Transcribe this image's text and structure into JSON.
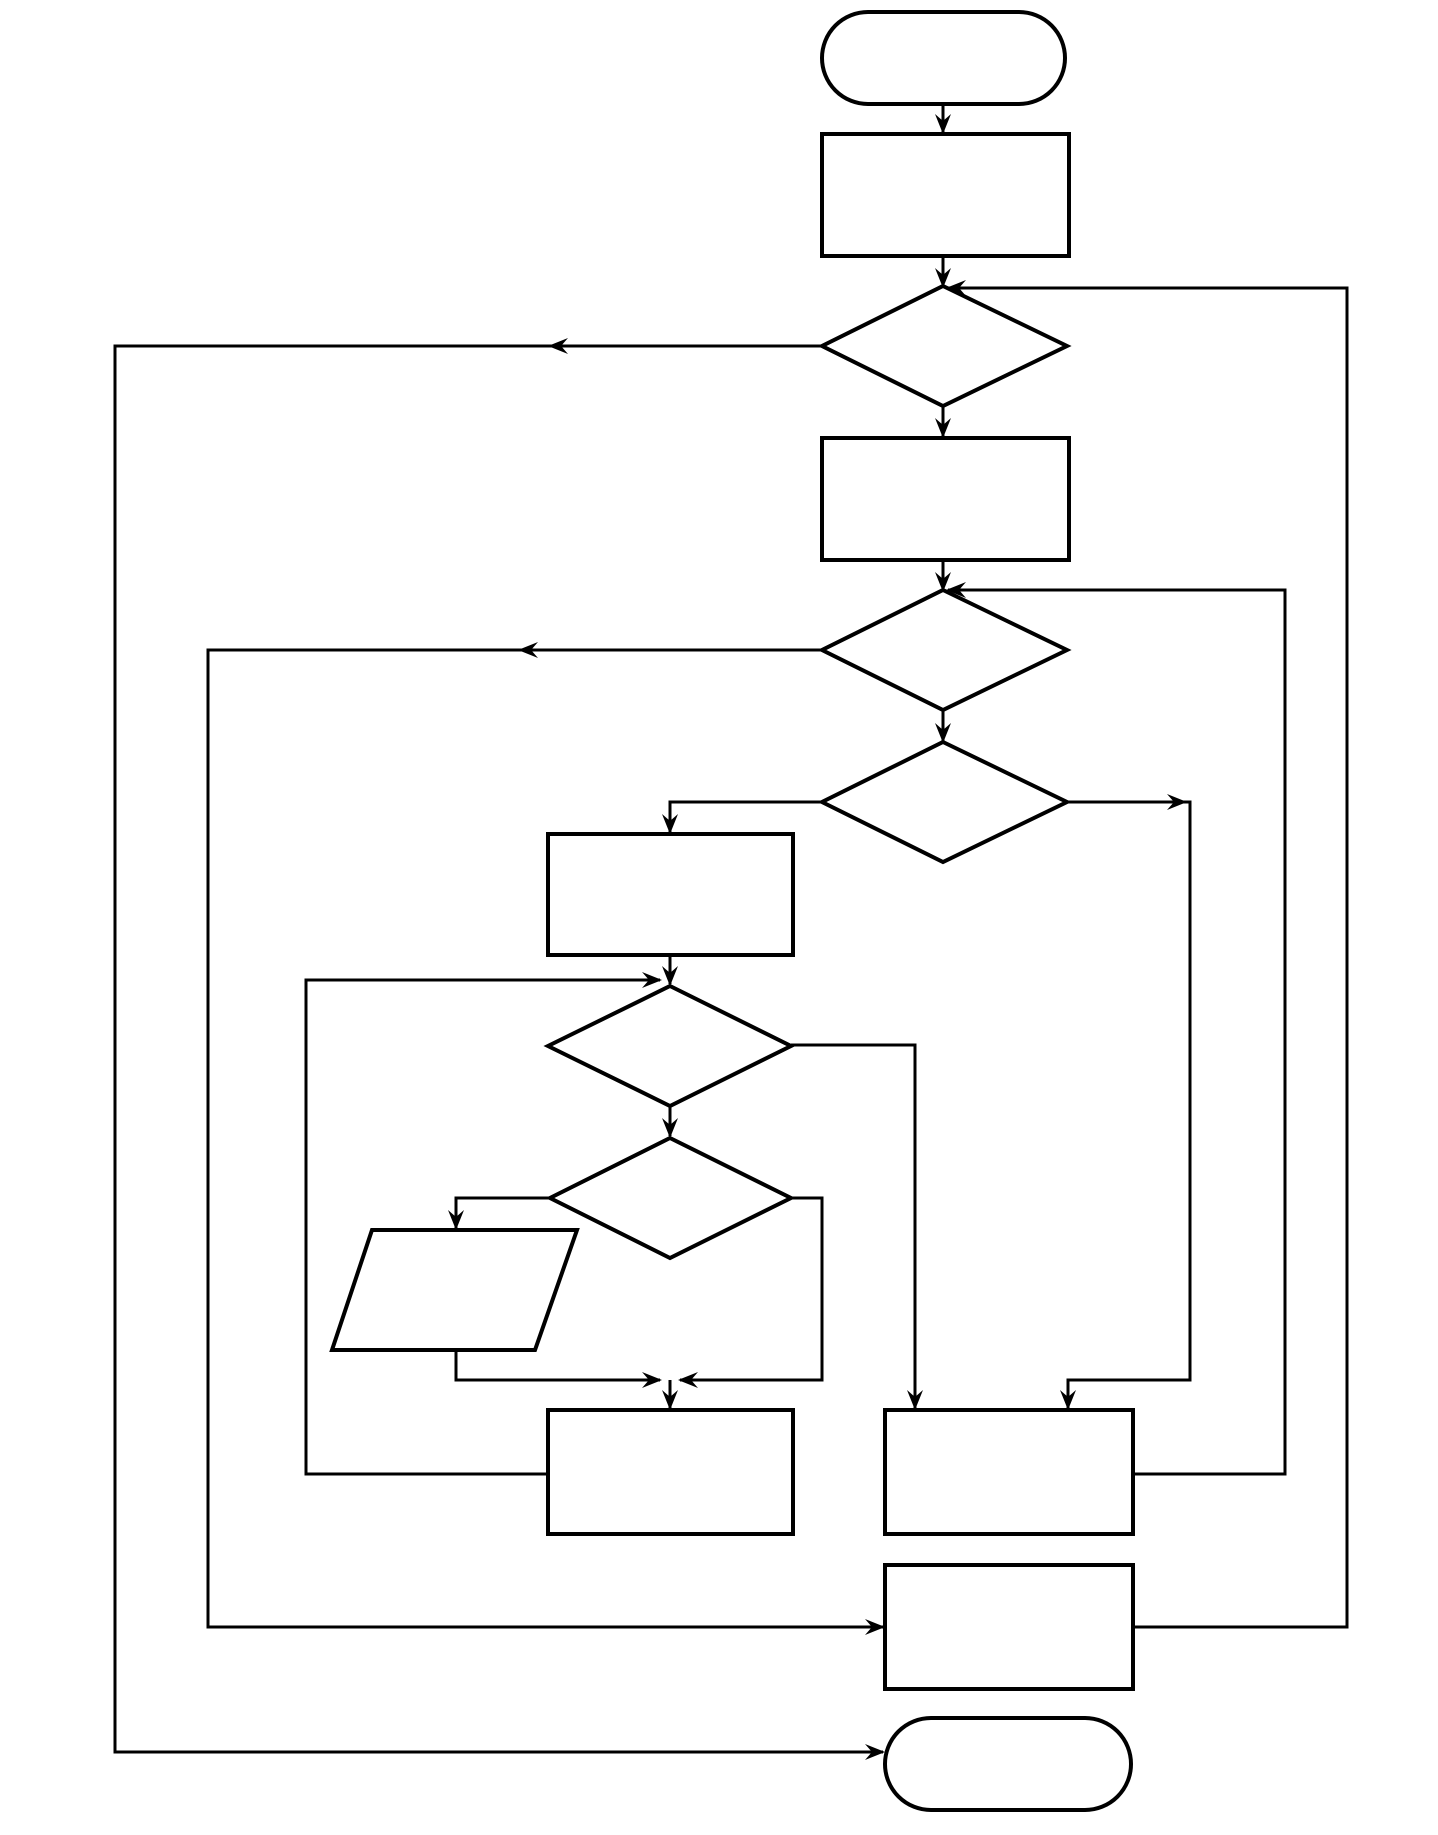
{
  "diagram": {
    "type": "flowchart",
    "line_color": "#000000",
    "background_color": "#ffffff",
    "nodes": [
      {
        "id": "start",
        "shape": "terminator",
        "label": ""
      },
      {
        "id": "process-1",
        "shape": "process",
        "label": ""
      },
      {
        "id": "decision-1",
        "shape": "decision",
        "label": ""
      },
      {
        "id": "process-2",
        "shape": "process",
        "label": ""
      },
      {
        "id": "decision-2",
        "shape": "decision",
        "label": ""
      },
      {
        "id": "decision-3",
        "shape": "decision",
        "label": ""
      },
      {
        "id": "process-3",
        "shape": "process",
        "label": ""
      },
      {
        "id": "decision-4",
        "shape": "decision",
        "label": ""
      },
      {
        "id": "decision-5",
        "shape": "decision",
        "label": ""
      },
      {
        "id": "io-1",
        "shape": "data",
        "label": ""
      },
      {
        "id": "process-4",
        "shape": "process",
        "label": ""
      },
      {
        "id": "process-5",
        "shape": "process",
        "label": ""
      },
      {
        "id": "process-6",
        "shape": "process",
        "label": ""
      },
      {
        "id": "end",
        "shape": "terminator",
        "label": ""
      }
    ],
    "edges": [
      {
        "from": "start",
        "to": "process-1"
      },
      {
        "from": "process-1",
        "to": "decision-1"
      },
      {
        "from": "decision-1",
        "to": "process-2"
      },
      {
        "from": "decision-1",
        "to": "end"
      },
      {
        "from": "process-2",
        "to": "decision-2"
      },
      {
        "from": "decision-2",
        "to": "decision-3"
      },
      {
        "from": "decision-2",
        "to": "process-6"
      },
      {
        "from": "decision-3",
        "to": "process-3"
      },
      {
        "from": "decision-3",
        "to": "process-5"
      },
      {
        "from": "process-3",
        "to": "decision-4"
      },
      {
        "from": "decision-4",
        "to": "decision-5"
      },
      {
        "from": "decision-4",
        "to": "process-5"
      },
      {
        "from": "decision-5",
        "to": "io-1"
      },
      {
        "from": "decision-5",
        "to": "process-4"
      },
      {
        "from": "io-1",
        "to": "process-4"
      },
      {
        "from": "process-4",
        "to": "decision-4"
      },
      {
        "from": "process-5",
        "to": "decision-2"
      },
      {
        "from": "process-6",
        "to": "decision-1"
      }
    ]
  }
}
